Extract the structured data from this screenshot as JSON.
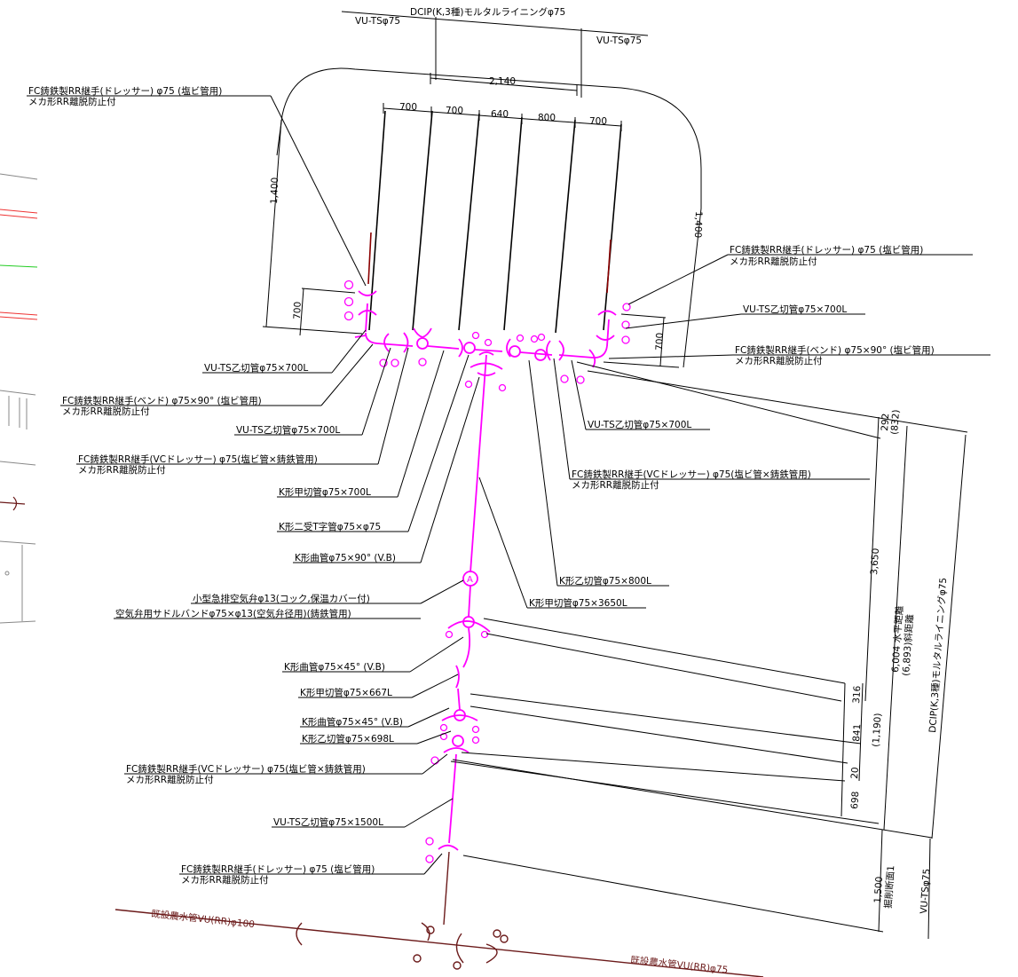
{
  "title_pipe": "DCIP(K,3種)モルタルライニングφ75",
  "vu_top_left": "VU-TSφ75",
  "vu_top_right": "VU-TSφ75",
  "dims_top": {
    "total": "2,140",
    "segments": [
      "700",
      "700",
      "640",
      "800",
      "700"
    ],
    "left_vertical": "1,400",
    "right_vertical": "1,400",
    "left_700": "700",
    "right_700": "700"
  },
  "dims_right": {
    "d292": "292",
    "d832": "(832)",
    "d3650": "3,650",
    "horizontal": "6,004 水平距離",
    "slope": "(6,893)斜距離",
    "d316": "316",
    "d841": "841",
    "d1190": "(1,190)",
    "d20": "20",
    "d698": "698",
    "d1500": "1,500",
    "excav": "掘削断面1",
    "right_pipe": "DCIP(K,3種)モルタルライニングφ75",
    "right_vu": "VU-TSφ75"
  },
  "labels": [
    {
      "l1": "FC鋳鉄製RR継手(ドレッサー) φ75 (塩ビ管用)",
      "l2": "メカ形RR離脱防止付"
    },
    {
      "l1": "FC鋳鉄製RR継手(ドレッサー) φ75 (塩ビ管用)",
      "l2": "メカ形RR離脱防止付"
    },
    {
      "l1": "VU-TS乙切管φ75×700L",
      "l2": ""
    },
    {
      "l1": "VU-TS乙切管φ75×700L",
      "l2": ""
    },
    {
      "l1": "FC鋳鉄製RR継手(ベンド) φ75×90° (塩ビ管用)",
      "l2": "メカ形RR離脱防止付"
    },
    {
      "l1": "FC鋳鉄製RR継手(ベンド) φ75×90° (塩ビ管用)",
      "l2": "メカ形RR離脱防止付"
    },
    {
      "l1": "VU-TS乙切管φ75×700L",
      "l2": ""
    },
    {
      "l1": "VU-TS乙切管φ75×700L",
      "l2": ""
    },
    {
      "l1": "FC鋳鉄製RR継手(VCドレッサー) φ75(塩ビ管×鋳鉄管用)",
      "l2": "メカ形RR離脱防止付"
    },
    {
      "l1": "FC鋳鉄製RR継手(VCドレッサー) φ75(塩ビ管×鋳鉄管用)",
      "l2": "メカ形RR離脱防止付"
    },
    {
      "l1": "K形甲切管φ75×700L",
      "l2": ""
    },
    {
      "l1": "K形二受T字管φ75×φ75",
      "l2": ""
    },
    {
      "l1": "K形曲管φ75×90° (V.B)",
      "l2": ""
    },
    {
      "l1": "K形乙切管φ75×800L",
      "l2": ""
    },
    {
      "l1": "K形甲切管φ75×3650L",
      "l2": ""
    },
    {
      "l1": "小型急排空気弁φ13(コック,保温カバー付)",
      "l2": ""
    },
    {
      "l1": "空気弁用サドルバンドφ75×φ13(空気弁径用)(鋳鉄管用)",
      "l2": ""
    },
    {
      "l1": "K形曲管φ75×45° (V.B)",
      "l2": ""
    },
    {
      "l1": "K形甲切管φ75×667L",
      "l2": ""
    },
    {
      "l1": "K形曲管φ75×45° (V.B)",
      "l2": ""
    },
    {
      "l1": "K形乙切管φ75×698L",
      "l2": ""
    },
    {
      "l1": "FC鋳鉄製RR継手(VCドレッサー) φ75(塩ビ管×鋳鉄管用)",
      "l2": "メカ形RR離脱防止付"
    },
    {
      "l1": "VU-TS乙切管φ75×1500L",
      "l2": ""
    },
    {
      "l1": "FC鋳鉄製RR継手(ドレッサー) φ75 (塩ビ管用)",
      "l2": "メカ形RR離脱防止付"
    }
  ],
  "existing_pipe_100": "既設農水管VU(RR)φ100",
  "existing_pipe_75": "既設農水管VU(RR)φ75",
  "air_valve_symbol": "A",
  "colors": {
    "pipe": "#ff00ff",
    "existing": "#6b1a1a",
    "line": "#000000"
  }
}
